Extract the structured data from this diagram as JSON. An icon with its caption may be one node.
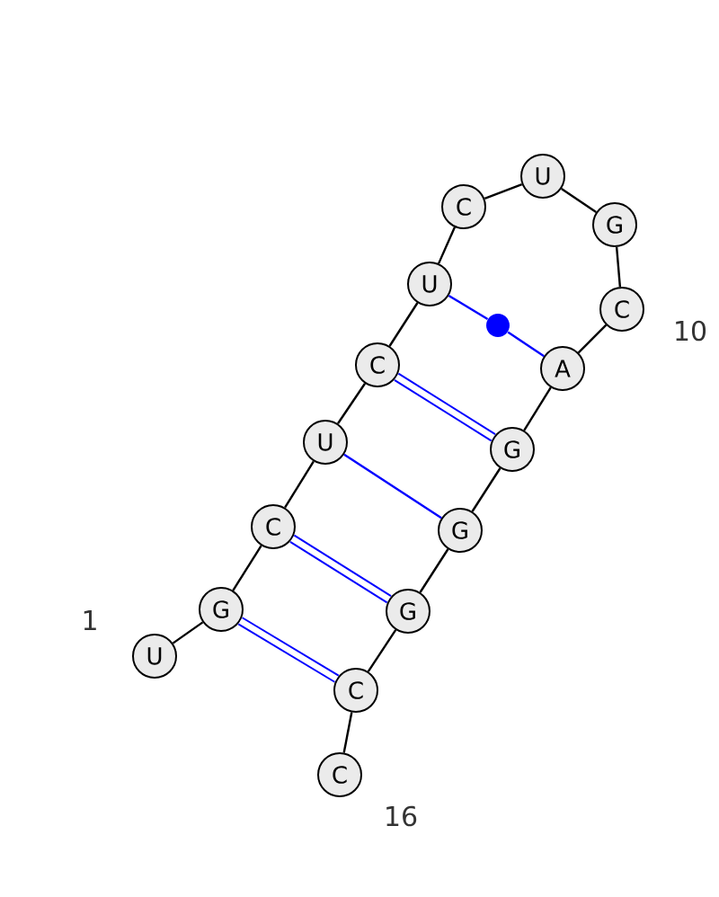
{
  "diagram": {
    "nodes": [
      {
        "text": [
          "U"
        ]
      },
      {
        "text": [
          "G"
        ]
      },
      {
        "text": [
          "C"
        ]
      },
      {
        "text": [
          "U"
        ]
      },
      {
        "text": [
          "C"
        ]
      },
      {
        "text": [
          "U"
        ]
      },
      {
        "text": [
          "C"
        ]
      },
      {
        "text": [
          "U"
        ]
      },
      {
        "text": [
          "G"
        ]
      },
      {
        "text": [
          "C"
        ]
      },
      {
        "text": [
          "A"
        ]
      },
      {
        "text": [
          "G"
        ]
      },
      {
        "text": [
          "G"
        ]
      },
      {
        "text": [
          "G"
        ]
      },
      {
        "text": [
          "C"
        ]
      },
      {
        "text": [
          "C"
        ]
      },
      {
        "text": [],
        "shape": "circle"
      }
    ],
    "edges": [
      {
        "from": 0,
        "to": 1,
        "arrow": "none"
      },
      {
        "from": 1,
        "to": 2,
        "arrow": "none"
      },
      {
        "from": 2,
        "to": 3,
        "arrow": "none"
      },
      {
        "from": 3,
        "to": 4,
        "arrow": "none"
      },
      {
        "from": 4,
        "to": 5,
        "arrow": "none"
      },
      {
        "from": 5,
        "to": 6,
        "arrow": "none"
      },
      {
        "from": 6,
        "to": 7,
        "arrow": "none"
      },
      {
        "from": 7,
        "to": 8,
        "arrow": "none"
      },
      {
        "from": 8,
        "to": 9,
        "arrow": "none"
      },
      {
        "from": 9,
        "to": 10,
        "arrow": "none"
      },
      {
        "from": 10,
        "to": 11,
        "arrow": "none"
      },
      {
        "from": 11,
        "to": 12,
        "arrow": "none"
      },
      {
        "from": 12,
        "to": 13,
        "arrow": "none"
      },
      {
        "from": 13,
        "to": 14,
        "arrow": "none"
      },
      {
        "from": 14,
        "to": 15,
        "arrow": "none"
      },
      {
        "from": 1,
        "to": 14,
        "arrow": "none",
        "style": "thick",
        "color": "#0000ff"
      },
      {
        "from": 2,
        "to": 13,
        "arrow": "none",
        "style": "thick",
        "color": "#0000ff"
      },
      {
        "from": 3,
        "to": 12,
        "arrow": "none",
        "color": "#0000ff"
      },
      {
        "from": 4,
        "to": 11,
        "arrow": "none",
        "style": "thick",
        "color": "#0000ff"
      },
      {
        "from": 5,
        "to": 16,
        "arrow": "none",
        "color": "#0000ff"
      },
      {
        "from": 16,
        "to": 10,
        "arrow": "none",
        "color": "#0000ff"
      }
    ],
    "labels": [
      "1",
      "10",
      "16"
    ]
  }
}
